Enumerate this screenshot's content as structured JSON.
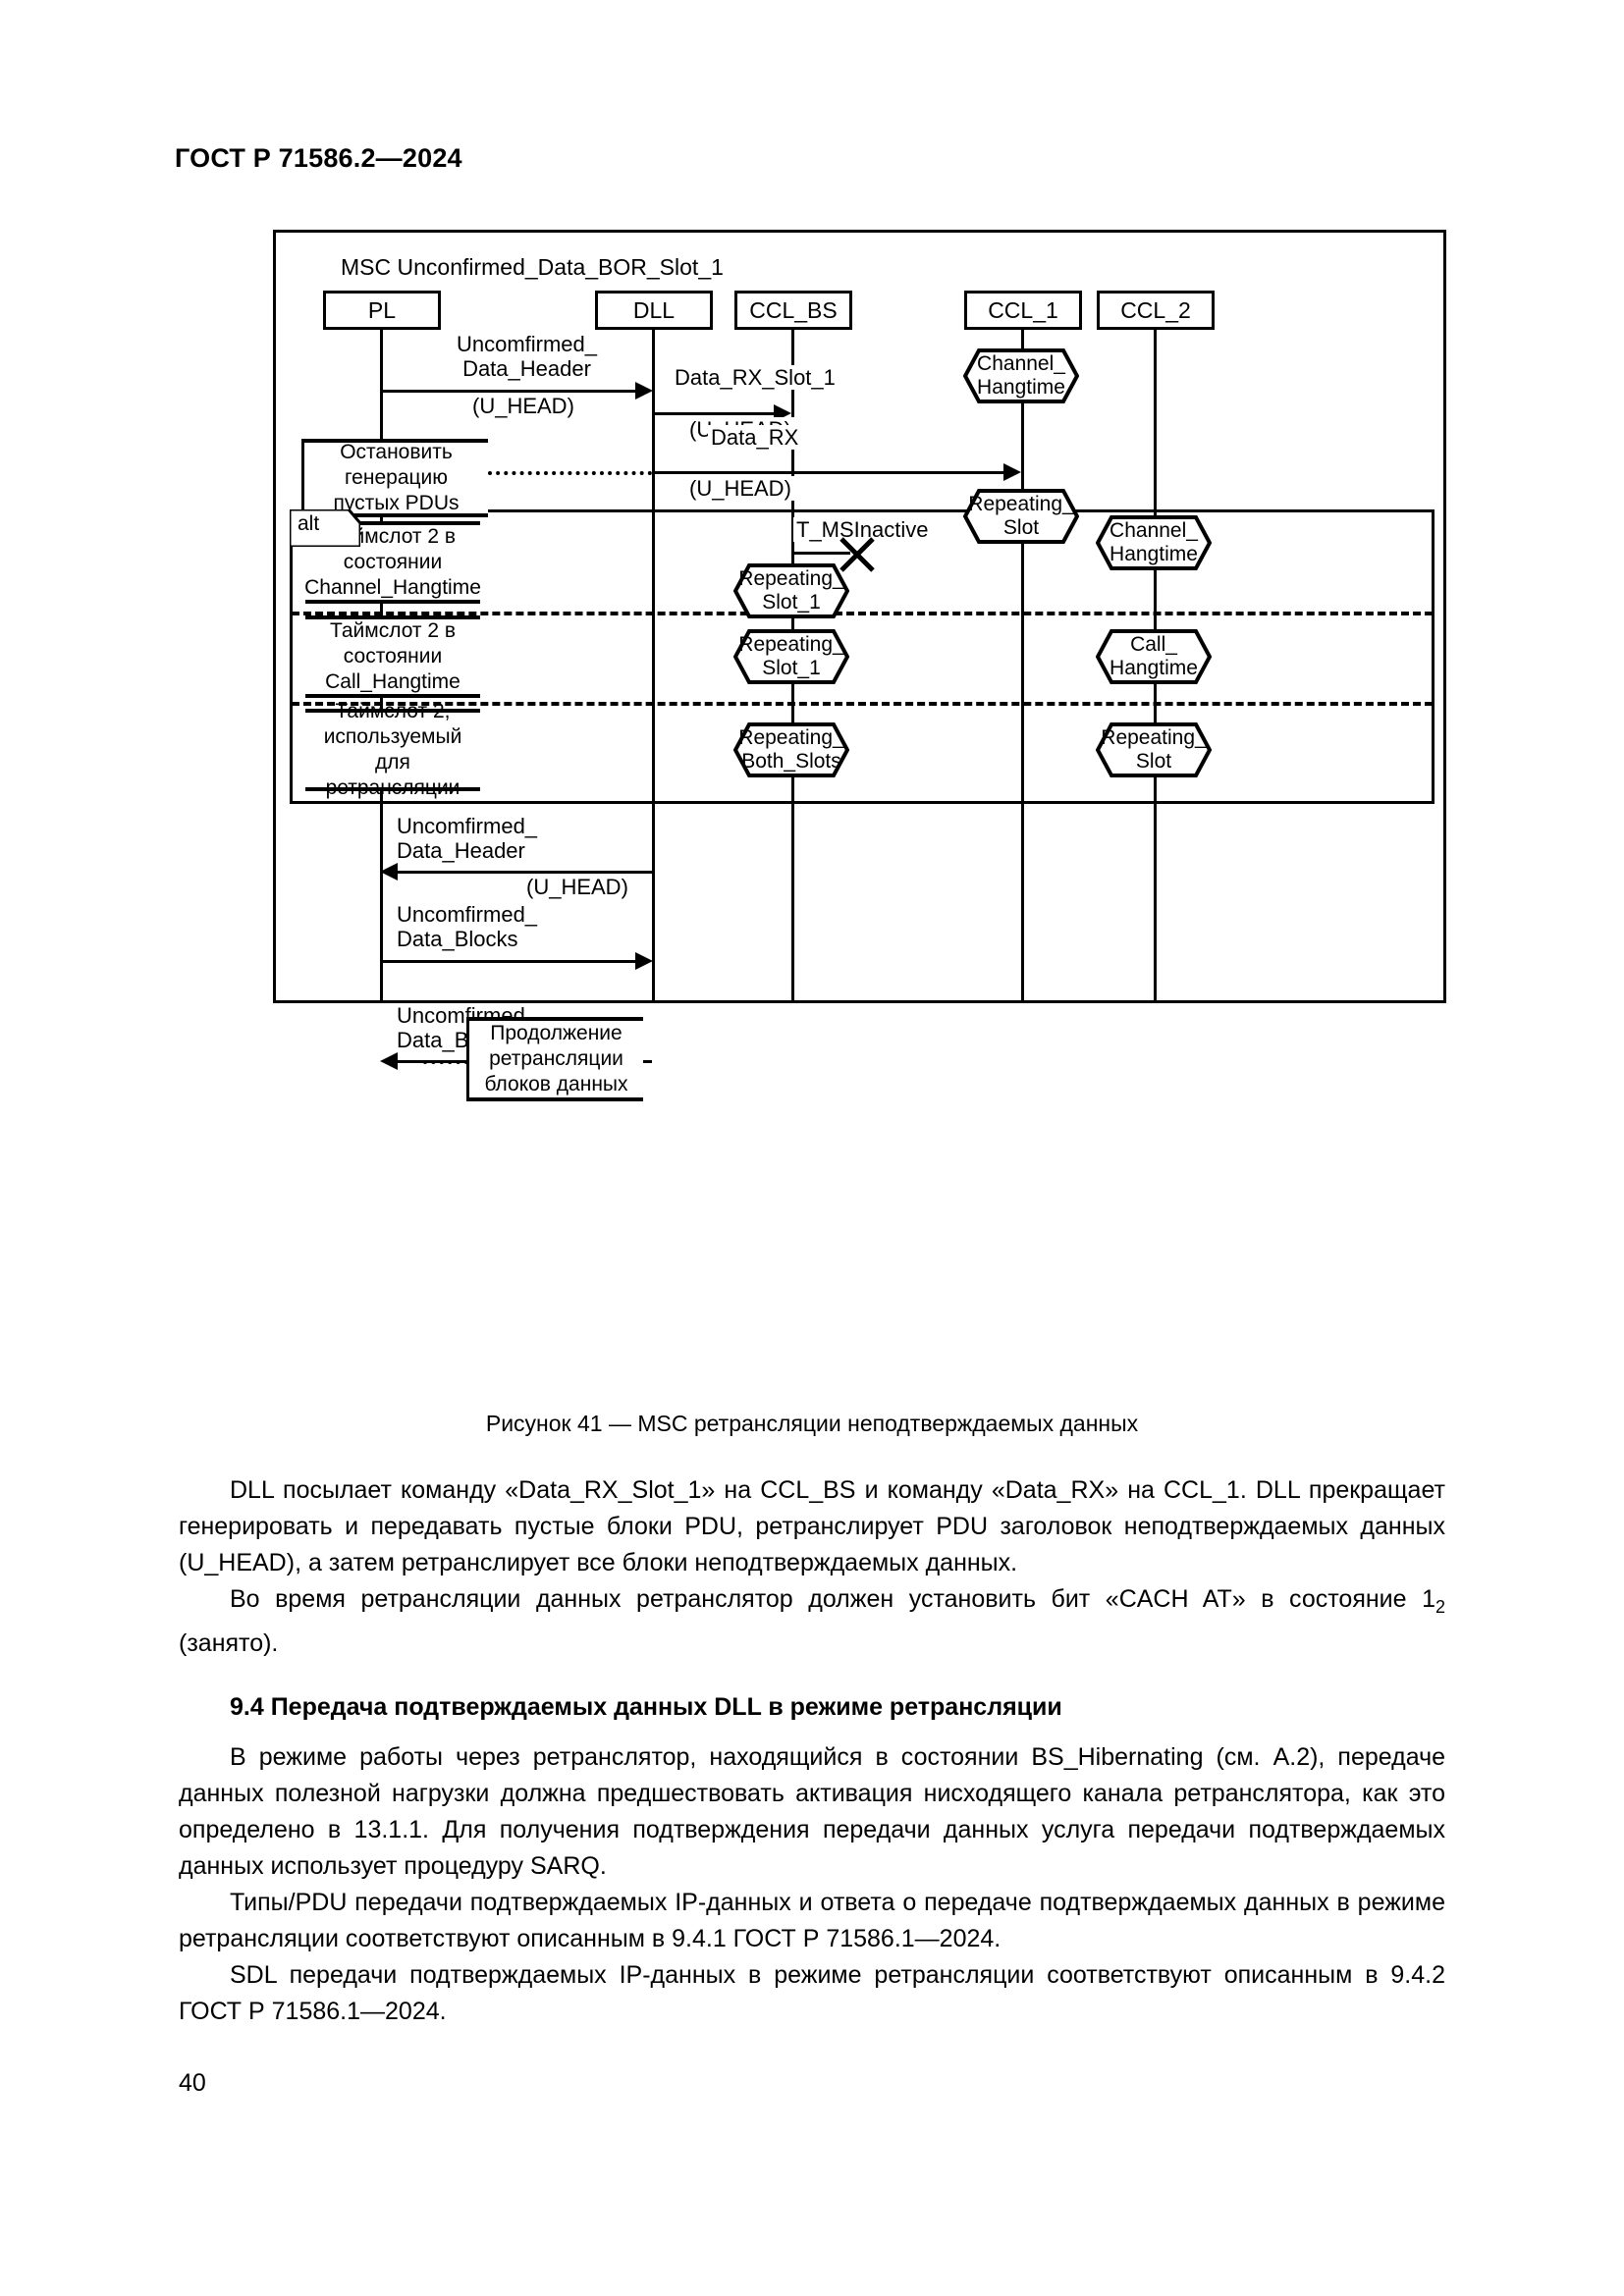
{
  "header": {
    "title": "ГОСТ Р 71586.2—2024"
  },
  "figure": {
    "msc_title": "MSC Unconfirmed_Data_BOR_Slot_1",
    "lifelines": [
      {
        "name": "PL"
      },
      {
        "name": "DLL"
      },
      {
        "name": "CCL_BS"
      },
      {
        "name": "CCL_1"
      },
      {
        "name": "CCL_2"
      }
    ],
    "messages": [
      {
        "name": "uncomfirmed-data-header-1",
        "line1": "Uncomfirmed_",
        "line2": "Data_Header",
        "param": "(U_HEAD)",
        "from": "PL",
        "to": "DLL",
        "dir": "right"
      },
      {
        "name": "data-rx-slot-1",
        "line1": "Data_RX_Slot_1",
        "param": "(U_HEAD)",
        "from": "DLL",
        "to": "CCL_BS",
        "dir": "right"
      },
      {
        "name": "data-rx",
        "line1": "Data_RX",
        "param": "(U_HEAD)",
        "from": "DLL",
        "to": "CCL_1",
        "dir": "right"
      },
      {
        "name": "t-msinactive",
        "line1": "T_MSInactive",
        "from": "CCL_BS",
        "to": "lost",
        "dir": "lost"
      },
      {
        "name": "uncomfirmed-data-header-2",
        "line1": "Uncomfirmed_",
        "line2": "Data_Header",
        "param": "(U_HEAD)",
        "from": "DLL",
        "to": "PL",
        "dir": "left"
      },
      {
        "name": "uncomfirmed-data-blocks-1",
        "line1": "Uncomfirmed_",
        "line2": "Data_Blocks",
        "from": "PL",
        "to": "DLL",
        "dir": "right"
      },
      {
        "name": "uncomfirmed-data-blocks-2",
        "line1": "Uncomfirmed_",
        "line2": "Data_Blocks",
        "from": "DLL",
        "to": "PL",
        "dir": "left"
      }
    ],
    "notes": [
      {
        "name": "stop-empty-pdus",
        "lines": [
          "Остановить",
          "генерацию",
          "пустых PDUs"
        ]
      },
      {
        "name": "continue-relay-blocks",
        "lines": [
          "Продолжение",
          "ретрансляции",
          "блоков данных"
        ]
      }
    ],
    "alt": {
      "label": "alt",
      "branches": [
        {
          "name": "branch-channel-hangtime",
          "note": [
            "Таймслот 2 в",
            "состоянии",
            "Channel_Hangtime"
          ],
          "ccl_bs_state": "Repeating_\nSlot_1",
          "ccl_bs_state_l1": "Repeating_",
          "ccl_bs_state_l2": "Slot_1",
          "ccl_2_state_l1": "Channel_",
          "ccl_2_state_l2": "Hangtime"
        },
        {
          "name": "branch-call-hangtime",
          "note": [
            "Таймслот 2 в",
            "состоянии",
            "Call_Hangtime"
          ],
          "ccl_bs_state_l1": "Repeating_",
          "ccl_bs_state_l2": "Slot_1",
          "ccl_2_state_l1": "Call_",
          "ccl_2_state_l2": "Hangtime"
        },
        {
          "name": "branch-used-for-relay",
          "note": [
            "Таймслот 2,",
            "используемый",
            "для ретрансляции"
          ],
          "ccl_bs_state_l1": "Repeating_",
          "ccl_bs_state_l2": "Both_Slots",
          "ccl_2_state_l1": "Repeating_",
          "ccl_2_state_l2": "Slot"
        }
      ]
    },
    "states": [
      {
        "name": "ccl1-channel-hangtime",
        "l1": "Channel_",
        "l2": "Hangtime"
      },
      {
        "name": "ccl1-repeating-slot",
        "l1": "Repeating_",
        "l2": "Slot"
      }
    ]
  },
  "caption": "Рисунок 41 — MSC ретрансляции неподтверждаемых данных",
  "body": {
    "p1": "DLL посылает команду «Data_RX_Slot_1» на CCL_BS и команду «Data_RX» на CCL_1. DLL прекращает генерировать и передавать пустые блоки PDU, ретранслирует PDU заголовок неподтверждаемых данных (U_HEAD), а затем ретранслирует все блоки неподтверждаемых данных.",
    "p2_before": "Во время ретрансляции данных ретранслятор должен установить бит «CACH AT» в состояние 1",
    "p2_sub": "2",
    "p2_after": " (занято).",
    "heading": "9.4 Передача подтверждаемых данных DLL в режиме ретрансляции",
    "p3": "В режиме работы через ретранслятор, находящийся в состоянии BS_Hibernating (см. А.2), передаче данных полезной нагрузки должна предшествовать активация нисходящего канала ретранслятора, как это определено в 13.1.1. Для получения подтверждения передачи данных услуга передачи подтверждаемых данных использует процедуру SARQ.",
    "p4": "Типы/PDU передачи подтверждаемых IP-данных и ответа о передаче подтверждаемых данных в режиме ретрансляции соответствуют описанным в 9.4.1 ГОСТ Р 71586.1—2024.",
    "p5": "SDL передачи подтверждаемых IP-данных в режиме ретрансляции соответствуют описанным в 9.4.2 ГОСТ Р 71586.1—2024."
  },
  "page_number": "40"
}
